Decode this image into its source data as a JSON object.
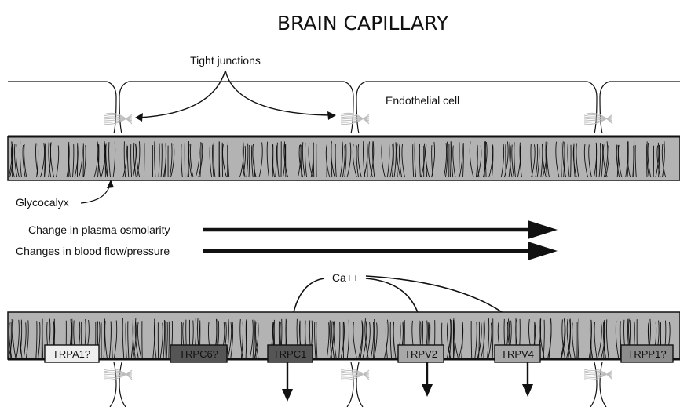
{
  "title": "BRAIN CAPILLARY",
  "labels": {
    "tight_junctions": "Tight junctions",
    "endothelial_cell": "Endothelial cell",
    "glycocalyx": "Glycocalyx",
    "osmolarity": "Change in plasma osmolarity",
    "blood_flow": "Changes in blood flow/pressure",
    "calcium": "Ca++"
  },
  "channels": [
    {
      "name": "TRPA1?",
      "fill": "#eeeeee"
    },
    {
      "name": "TRPC6?",
      "fill": "#555555"
    },
    {
      "name": "TRPC1",
      "fill": "#555555"
    },
    {
      "name": "TRPV2",
      "fill": "#a8a8a8"
    },
    {
      "name": "TRPV4",
      "fill": "#a8a8a8"
    },
    {
      "name": "TRPP1?",
      "fill": "#8c8c8c"
    }
  ],
  "colors": {
    "membrane_gray": "#b3b3b3",
    "outline": "#111111"
  }
}
